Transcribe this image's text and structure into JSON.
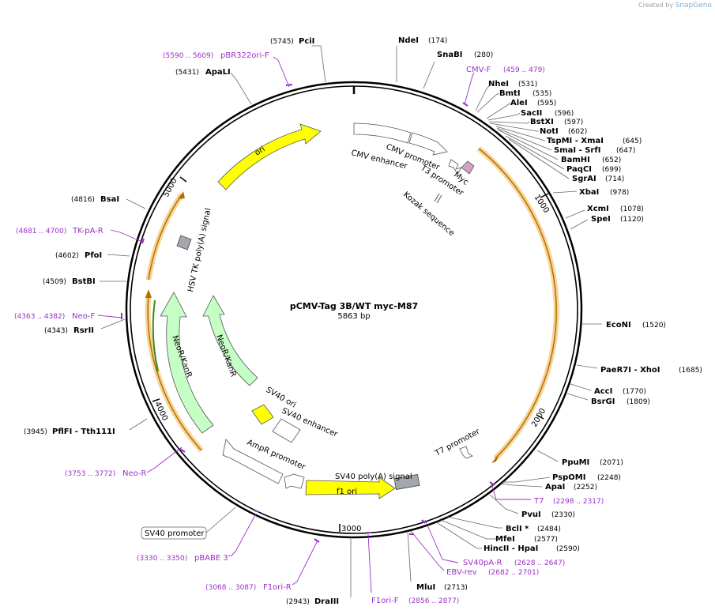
{
  "credit": {
    "created_by": "Created by",
    "brand": "SnapGene"
  },
  "plasmid": {
    "name": "pCMV-Tag 3B/WT myc-M87",
    "length": "5863 bp"
  },
  "ticks": [
    "1000",
    "2000",
    "3000",
    "4000",
    "5000"
  ],
  "enzymes": [
    {
      "name": "PciI",
      "coord": "(5745)",
      "side": "left"
    },
    {
      "name": "NdeI",
      "coord": "(174)",
      "side": "right"
    },
    {
      "name": "SnaBI",
      "coord": "(280)",
      "side": "right"
    },
    {
      "name": "ApaLI",
      "coord": "(5431)",
      "side": "left"
    },
    {
      "name": "NheI",
      "coord": "(531)",
      "side": "right"
    },
    {
      "name": "BmtI",
      "coord": "(535)",
      "side": "right"
    },
    {
      "name": "AleI",
      "coord": "(595)",
      "side": "right"
    },
    {
      "name": "SacII",
      "coord": "(596)",
      "side": "right"
    },
    {
      "name": "BstXI",
      "coord": "(597)",
      "side": "right"
    },
    {
      "name": "NotI",
      "coord": "(602)",
      "side": "right"
    },
    {
      "name": "TspMI - XmaI",
      "coord": "(645)",
      "side": "right"
    },
    {
      "name": "SmaI - SrfI",
      "coord": "(647)",
      "side": "right"
    },
    {
      "name": "BamHI",
      "coord": "(652)",
      "side": "right"
    },
    {
      "name": "PaqCI",
      "coord": "(699)",
      "side": "right"
    },
    {
      "name": "SgrAI",
      "coord": "(714)",
      "side": "right"
    },
    {
      "name": "XbaI",
      "coord": "(978)",
      "side": "right"
    },
    {
      "name": "XcmI",
      "coord": "(1078)",
      "side": "right"
    },
    {
      "name": "SpeI",
      "coord": "(1120)",
      "side": "right"
    },
    {
      "name": "BsaI",
      "coord": "(4816)",
      "side": "left"
    },
    {
      "name": "PfoI",
      "coord": "(4602)",
      "side": "left"
    },
    {
      "name": "BstBI",
      "coord": "(4509)",
      "side": "left"
    },
    {
      "name": "RsrII",
      "coord": "(4343)",
      "side": "left"
    },
    {
      "name": "EcoNI",
      "coord": "(1520)",
      "side": "right"
    },
    {
      "name": "PaeR7I - XhoI",
      "coord": "(1685)",
      "side": "right"
    },
    {
      "name": "AccI",
      "coord": "(1770)",
      "side": "right"
    },
    {
      "name": "BsrGI",
      "coord": "(1809)",
      "side": "right"
    },
    {
      "name": "PflFI - Tth111I",
      "coord": "(3945)",
      "side": "left"
    },
    {
      "name": "PpuMI",
      "coord": "(2071)",
      "side": "right"
    },
    {
      "name": "PspOMI",
      "coord": "(2248)",
      "side": "right"
    },
    {
      "name": "ApaI",
      "coord": "(2252)",
      "side": "right"
    },
    {
      "name": "PvuI",
      "coord": "(2330)",
      "side": "right"
    },
    {
      "name": "BclI *",
      "coord": "(2484)",
      "side": "right"
    },
    {
      "name": "MfeI",
      "coord": "(2577)",
      "side": "right"
    },
    {
      "name": "HincII - HpaI",
      "coord": "(2590)",
      "side": "right"
    },
    {
      "name": "MluI",
      "coord": "(2713)",
      "side": "right"
    },
    {
      "name": "DraIII",
      "coord": "(2943)",
      "side": "left"
    }
  ],
  "primers": [
    {
      "name": "pBR322ori-F",
      "coord": "(5590 .. 5609)",
      "side": "left"
    },
    {
      "name": "CMV-F",
      "coord": "(459 .. 479)",
      "side": "right"
    },
    {
      "name": "TK-pA-R",
      "coord": "(4681 .. 4700)",
      "side": "left"
    },
    {
      "name": "Neo-F",
      "coord": "(4363 .. 4382)",
      "side": "left"
    },
    {
      "name": "Neo-R",
      "coord": "(3753 .. 3772)",
      "side": "left"
    },
    {
      "name": "T7",
      "coord": "(2298 .. 2317)",
      "side": "right"
    },
    {
      "name": "SV40pA-R",
      "coord": "(2628 .. 2647)",
      "side": "right"
    },
    {
      "name": "EBV-rev",
      "coord": "(2682 .. 2701)",
      "side": "right"
    },
    {
      "name": "pBABE 3'",
      "coord": "(3330 .. 3350)",
      "side": "left"
    },
    {
      "name": "F1ori-R",
      "coord": "(3068 .. 3087)",
      "side": "left"
    },
    {
      "name": "F1ori-F",
      "coord": "(2856 .. 2877)",
      "side": "right"
    }
  ],
  "boxed_label": "SV40 promoter",
  "features": {
    "ori": "ori",
    "cmv_promoter": "CMV promoter",
    "cmv_enhancer": "CMV enhancer",
    "t3_promoter": "T3 promoter",
    "myc": "Myc",
    "kozak": "Kozak sequence",
    "hsv_tk": "HSV TK poly(A) signal",
    "neor_outer": "NeoR/KanR",
    "neor_inner": "NeoR/KanR",
    "sv40_ori": "SV40 ori",
    "sv40_enhancer": "SV40 enhancer",
    "ampr_promoter": "AmpR promoter",
    "sv40_polya": "SV40 poly(A) signal",
    "f1_ori": "f1 ori",
    "t7_promoter": "T7 promoter"
  },
  "colors": {
    "ori": "#ffff00",
    "neor": "#c6ffc6",
    "orf_band": "#f6c26b",
    "orf_line": "#b07000",
    "primer": "#9b30c8",
    "signal": "#a4a8ac",
    "myc": "#d6a0c0"
  }
}
